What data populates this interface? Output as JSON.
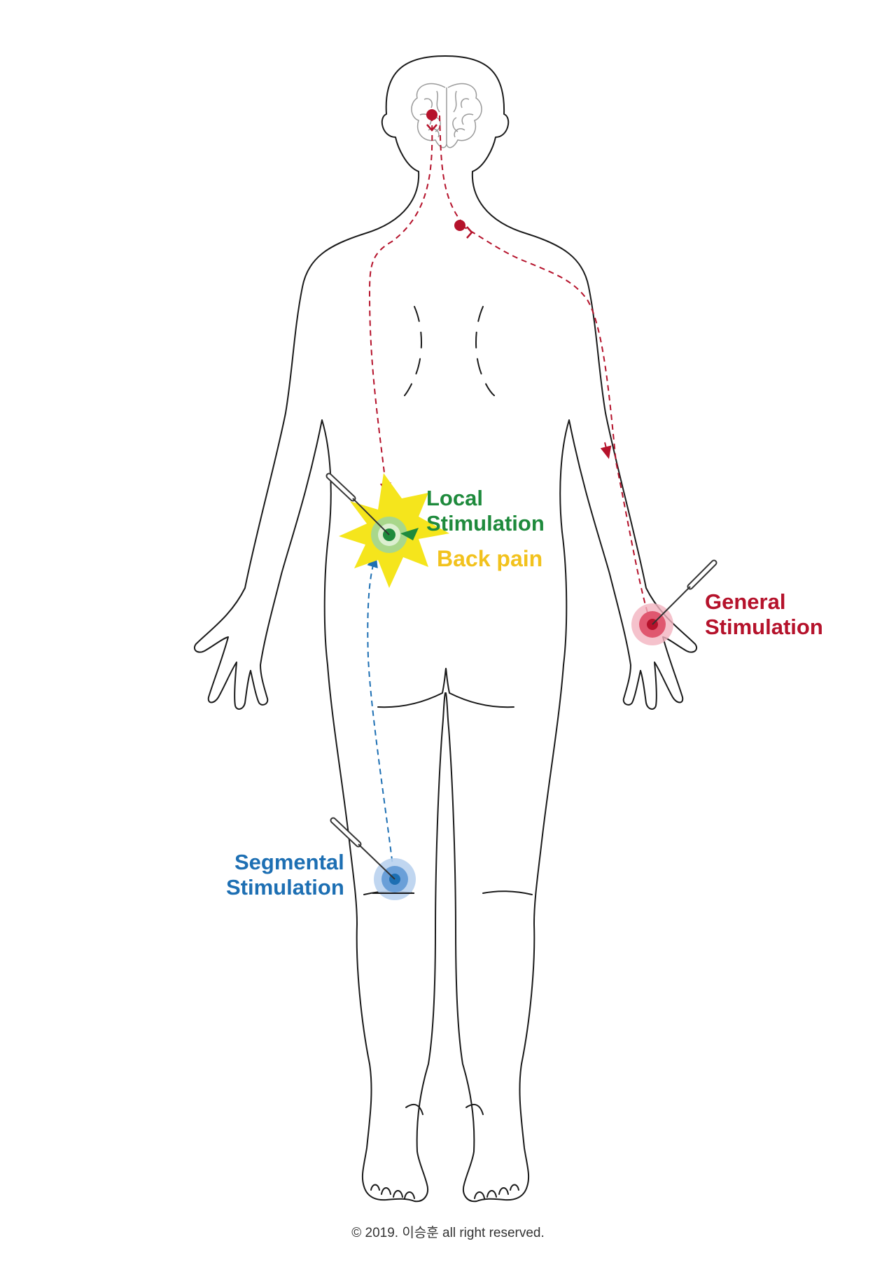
{
  "labels": {
    "local": [
      "Local",
      "Stimulation"
    ],
    "back_pain": "Back pain",
    "general": [
      "General",
      "Stimulation"
    ],
    "segmental": [
      "Segmental",
      "Stimulation"
    ]
  },
  "copyright": "© 2019. 이승훈 all right reserved.",
  "colors": {
    "local": "#1e8a3c",
    "back_pain": "#f2c21d",
    "pain_star": "#f5e51c",
    "general": "#b5122b",
    "segmental": "#1d6fb3",
    "outline": "#1a1a1a"
  },
  "icons": {
    "needle": "acupuncture-needle-icon",
    "brain": "brain-icon"
  }
}
